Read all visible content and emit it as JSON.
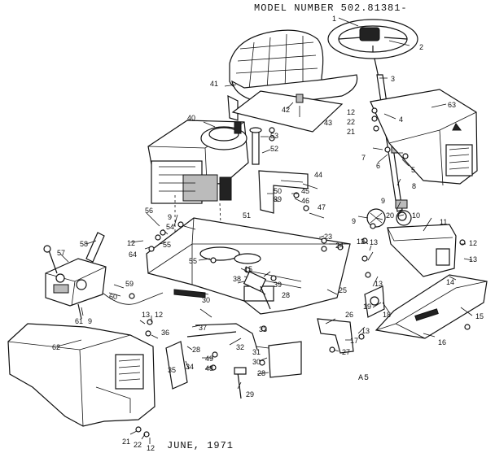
{
  "header": {
    "model_number": "MODEL NUMBER 502.81381-"
  },
  "footer": {
    "date": "JUNE, 1971",
    "sheet": "A5"
  },
  "callouts": [
    "1",
    "2",
    "3",
    "4",
    "5",
    "6",
    "7",
    "8",
    "9",
    "10",
    "11",
    "12",
    "13",
    "14",
    "15",
    "16",
    "17",
    "18",
    "19",
    "20",
    "21",
    "22",
    "23",
    "24",
    "25",
    "26",
    "27",
    "28",
    "29",
    "30",
    "31",
    "32",
    "33",
    "34",
    "35",
    "36",
    "37",
    "38",
    "39",
    "40",
    "41",
    "42",
    "43",
    "44",
    "45",
    "46",
    "47",
    "48",
    "49",
    "50",
    "51",
    "52",
    "53",
    "54",
    "55",
    "56",
    "57",
    "58",
    "59",
    "60",
    "61",
    "62",
    "63",
    "64"
  ]
}
